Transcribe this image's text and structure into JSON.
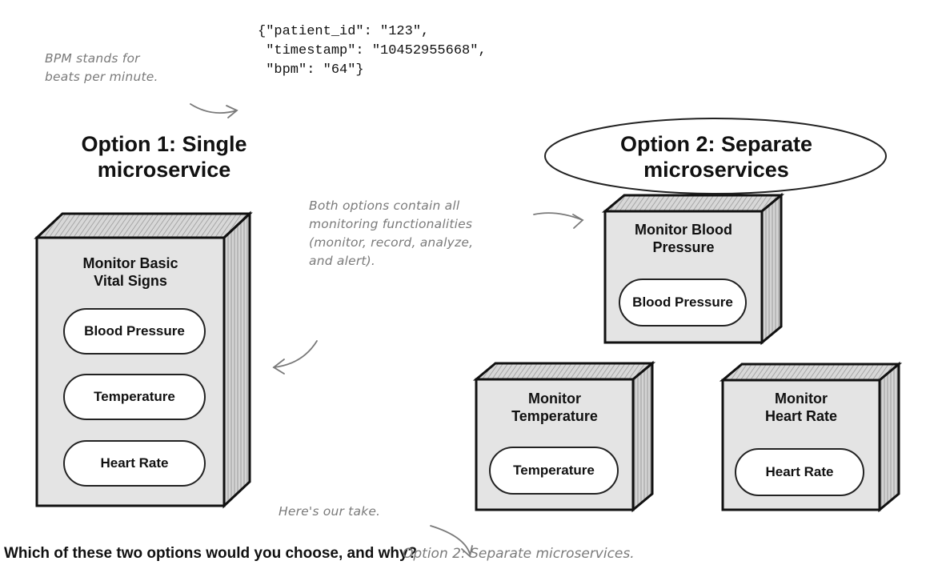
{
  "json_sample": {
    "lines": [
      "{\"patient_id\": \"123\",",
      " \"timestamp\": \"10452955668\",",
      " \"bpm\": \"64\"}"
    ]
  },
  "notes": {
    "bpm": [
      "BPM stands for",
      "beats per minute."
    ],
    "both_options": [
      "Both options contain all",
      "monitoring functionalities",
      "(monitor, record, analyze,",
      "and alert)."
    ],
    "our_take": "Here's our take."
  },
  "option1": {
    "heading": [
      "Option 1: Single",
      "microservice"
    ],
    "box_title": [
      "Monitor Basic",
      "Vital Signs"
    ],
    "items": [
      "Blood Pressure",
      "Temperature",
      "Heart Rate"
    ]
  },
  "option2": {
    "heading": [
      "Option 2: Separate",
      "microservices"
    ],
    "boxes": [
      {
        "title": [
          "Monitor Blood",
          "Pressure"
        ],
        "item": "Blood Pressure"
      },
      {
        "title": [
          "Monitor",
          "Temperature"
        ],
        "item": "Temperature"
      },
      {
        "title": [
          "Monitor",
          "Heart Rate"
        ],
        "item": "Heart Rate"
      }
    ]
  },
  "question": "Which of these two options would you choose, and why?",
  "answer": "Option 2: Separate microservices.",
  "colors": {
    "ink": "#111111",
    "box_fill": "#e4e4e4",
    "side_fill": "#cfcfcf",
    "note": "#7a7a7a"
  }
}
